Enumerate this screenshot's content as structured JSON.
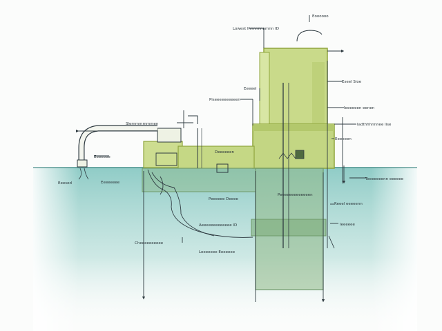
{
  "labels": {
    "top_right": "Eoooooo",
    "top_center": "Lowest Ihnnnnnnmnn ID",
    "right_1": "Eseel Sioe",
    "left_1": "Eeeeel",
    "left_2": "Piseeeeeeeeeen",
    "right_2": "Ieeeeeen eenen",
    "pipe_top": "Slemmmmmmen",
    "right_3": "Iadthhhnnnee lise",
    "left_3": "Eeeeeee",
    "right_4": "Eeeeeen",
    "platform": "Deeeeeen",
    "water_1": "Eeesed",
    "water_2": "Eeeeeeee",
    "right_5": "Teeeeeeenn eeeeee",
    "inner_1": "Peeeeeeeeeeeeen",
    "underwater_1": "Peeeeee Deeee",
    "right_6": "Reeel eeeeenn",
    "right_7": "Ieeeeee",
    "underwater_2": "Aeeeeeeeeeeeee ID",
    "left_deep": "Cheeeeeeeeee",
    "underwater_3": "Leeeeeee Eeeeeee"
  },
  "colors": {
    "water": "#74bcb6",
    "structure_fill": "#c9da8a",
    "structure_stroke": "#8fa53c",
    "line": "#2e3a40"
  }
}
